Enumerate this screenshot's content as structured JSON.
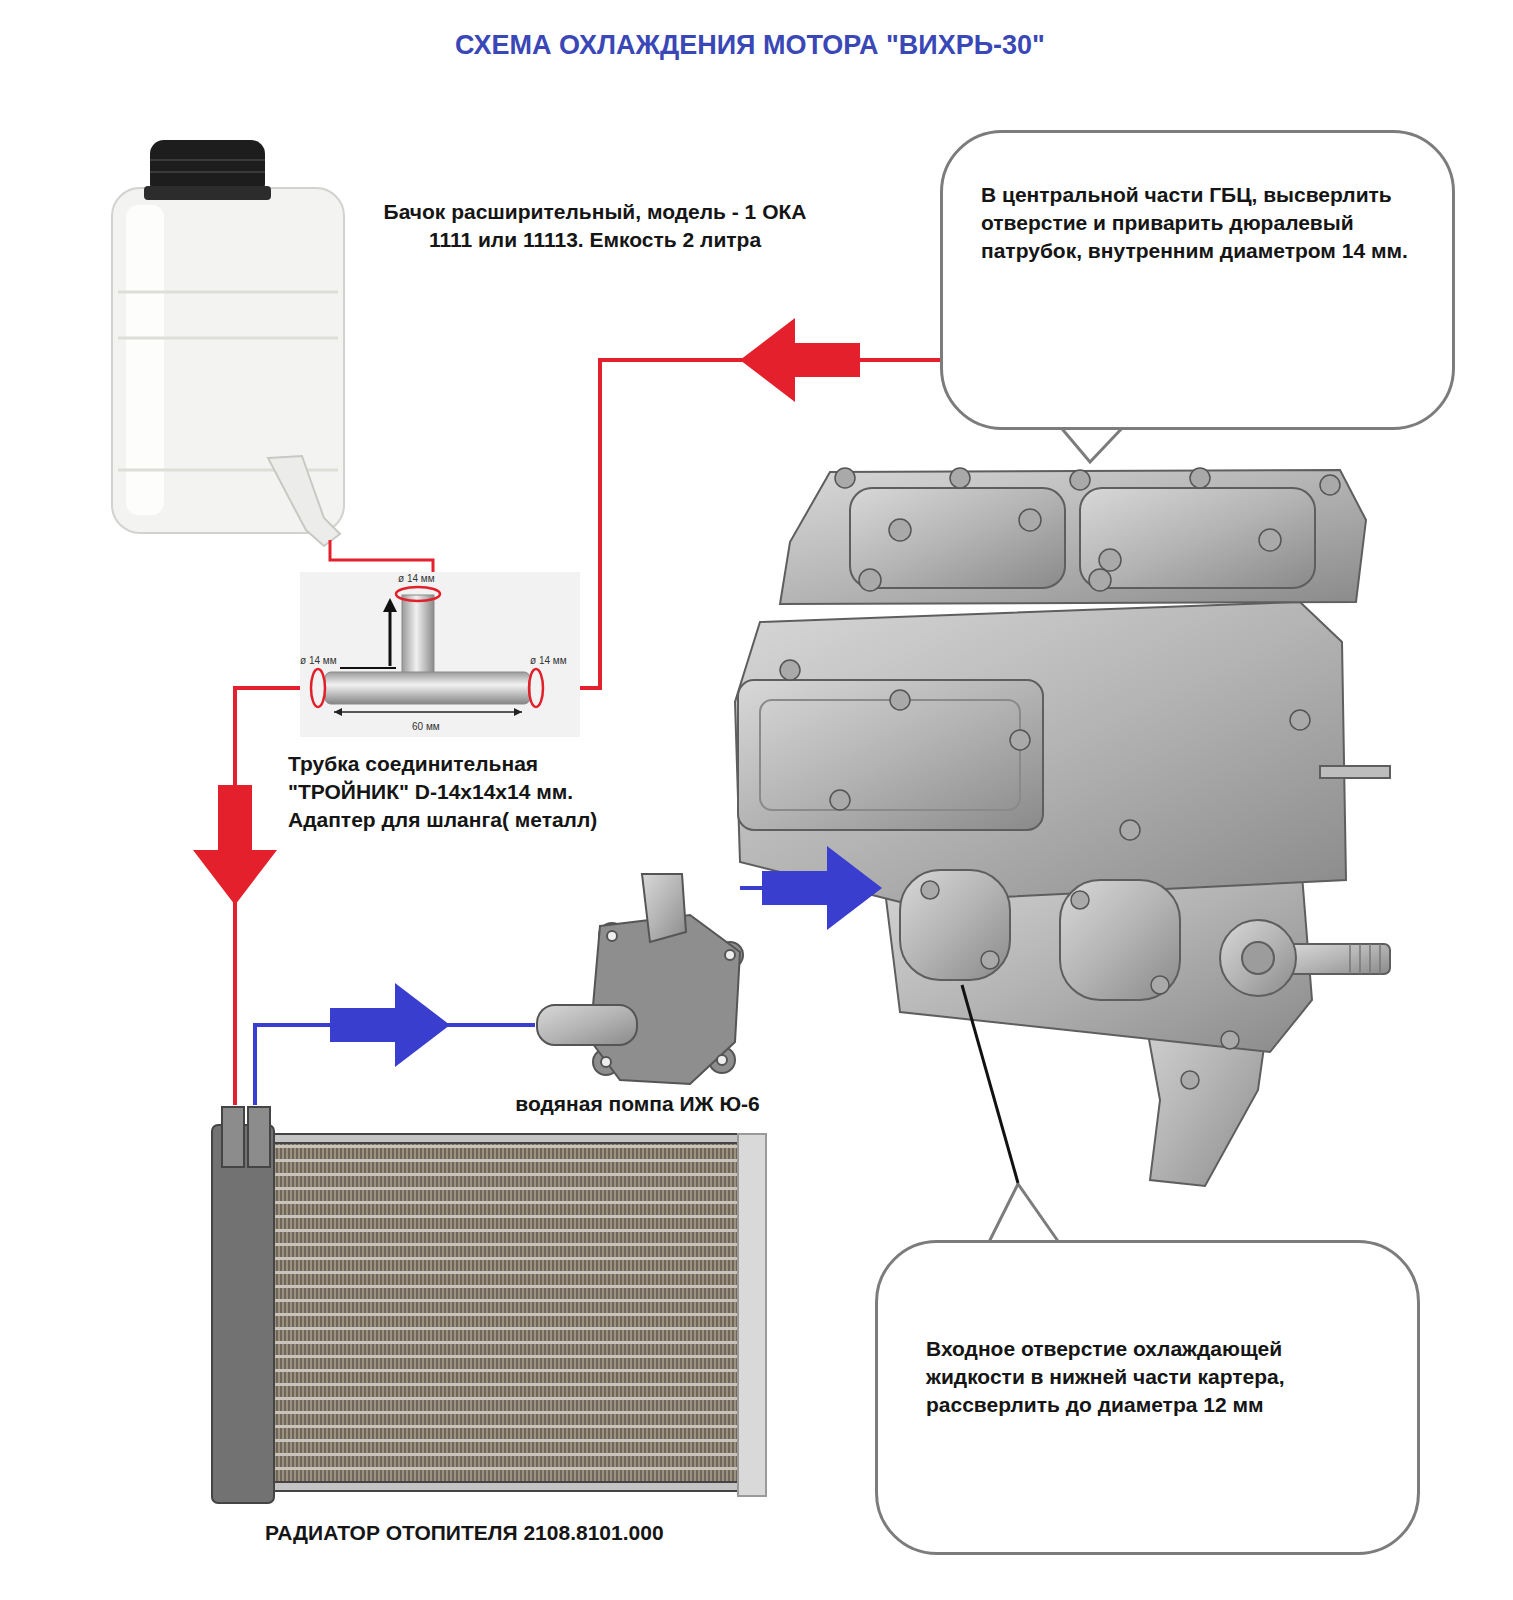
{
  "diagram": {
    "title": "СХЕМА ОХЛАЖДЕНИЯ МОТОРА \"ВИХРЬ-30\"",
    "nodes": [
      {
        "text": [
          "Бачок расширительный, модель - 1 ОКА 1111 или 11113. Емкость 2 литра"
        ]
      },
      {
        "text": [
          "Трубка соединительная \"ТРОЙНИК\" D-14x14x14 мм. Адаптер для шланга( металл)"
        ]
      },
      {
        "text": [
          "В центральной части ГБЦ, высверлить отверстие и приварить дюралевый патрубок, внутренним диаметром 14 мм."
        ]
      },
      {
        "text": [
          "водяная помпа ИЖ Ю-6"
        ]
      },
      {
        "text": [
          "РАДИАТОР ОТОПИТЕЛЯ 2108.8101.000"
        ]
      },
      {
        "text": [
          "Входное отверстие охлаждающей жидкости в нижней части картера, рассверлить до диаметра 12 мм"
        ]
      }
    ],
    "edges": [
      {
        "from": 0,
        "to": 1,
        "arrow": "none"
      },
      {
        "from": 2,
        "to": 1,
        "arrow": "to"
      },
      {
        "from": 1,
        "to": 4,
        "arrow": "to"
      },
      {
        "from": 4,
        "to": 3,
        "arrow": "to"
      },
      {
        "from": 3,
        "to": 5,
        "arrow": "to"
      }
    ],
    "labels": [
      "ø 14 мм",
      "ø 14 мм",
      "ø 14 мм",
      "60 мм"
    ]
  }
}
